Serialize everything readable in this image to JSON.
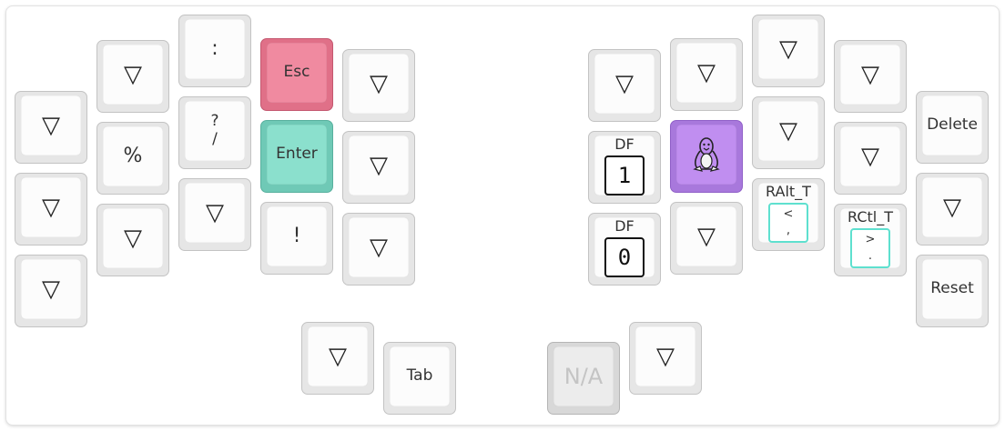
{
  "keys": {
    "l_c0_r1": {
      "tap": "▽"
    },
    "l_c0_r2": {
      "tap": "▽"
    },
    "l_c0_r3": {
      "tap": "▽"
    },
    "l_c1_r1": {
      "tap": "▽"
    },
    "l_c1_r2": {
      "tap": "%"
    },
    "l_c1_r3": {
      "tap": "▽"
    },
    "l_c2_r1": {
      "tap": ":"
    },
    "l_c2_r2": {
      "top": "?",
      "bottom": "/"
    },
    "l_c2_r3": {
      "tap": "▽"
    },
    "l_c3_r1": {
      "tap": "Esc"
    },
    "l_c3_r2": {
      "tap": "Enter"
    },
    "l_c3_r3": {
      "tap": "!"
    },
    "l_c4_r1": {
      "tap": "▽"
    },
    "l_c4_r2": {
      "tap": "▽"
    },
    "l_c4_r3": {
      "tap": "▽"
    },
    "l_thumb1": {
      "tap": "▽"
    },
    "l_thumb2": {
      "tap": "Tab"
    },
    "r_c0_r1": {
      "tap": "▽"
    },
    "r_c0_r2": {
      "hold": "DF",
      "layer": "1"
    },
    "r_c0_r3": {
      "hold": "DF",
      "layer": "0"
    },
    "r_c1_r1": {
      "tap": "▽"
    },
    "r_c1_r2": {
      "icon": "linux-penguin-icon"
    },
    "r_c1_r3": {
      "tap": "▽"
    },
    "r_c2_r1": {
      "tap": "▽"
    },
    "r_c2_r2": {
      "tap": "▽"
    },
    "r_c2_r3": {
      "hold": "RAlt_T",
      "top": "<",
      "bottom": ","
    },
    "r_c3_r1": {
      "tap": "▽"
    },
    "r_c3_r2": {
      "tap": "▽"
    },
    "r_c3_r3": {
      "hold": "RCtl_T",
      "top": ">",
      "bottom": "."
    },
    "r_c4_r1": {
      "tap": "Delete"
    },
    "r_c4_r2": {
      "tap": "▽"
    },
    "r_c4_r3": {
      "tap": "Reset"
    },
    "r_thumb1": {
      "tap": "N/A"
    },
    "r_thumb2": {
      "tap": "▽"
    }
  },
  "colors": {
    "esc": "#f08aa0",
    "enter": "#8be0cd",
    "os": "#c08ef0",
    "mod_border": "#5ee0cf",
    "na": "#ececec"
  }
}
